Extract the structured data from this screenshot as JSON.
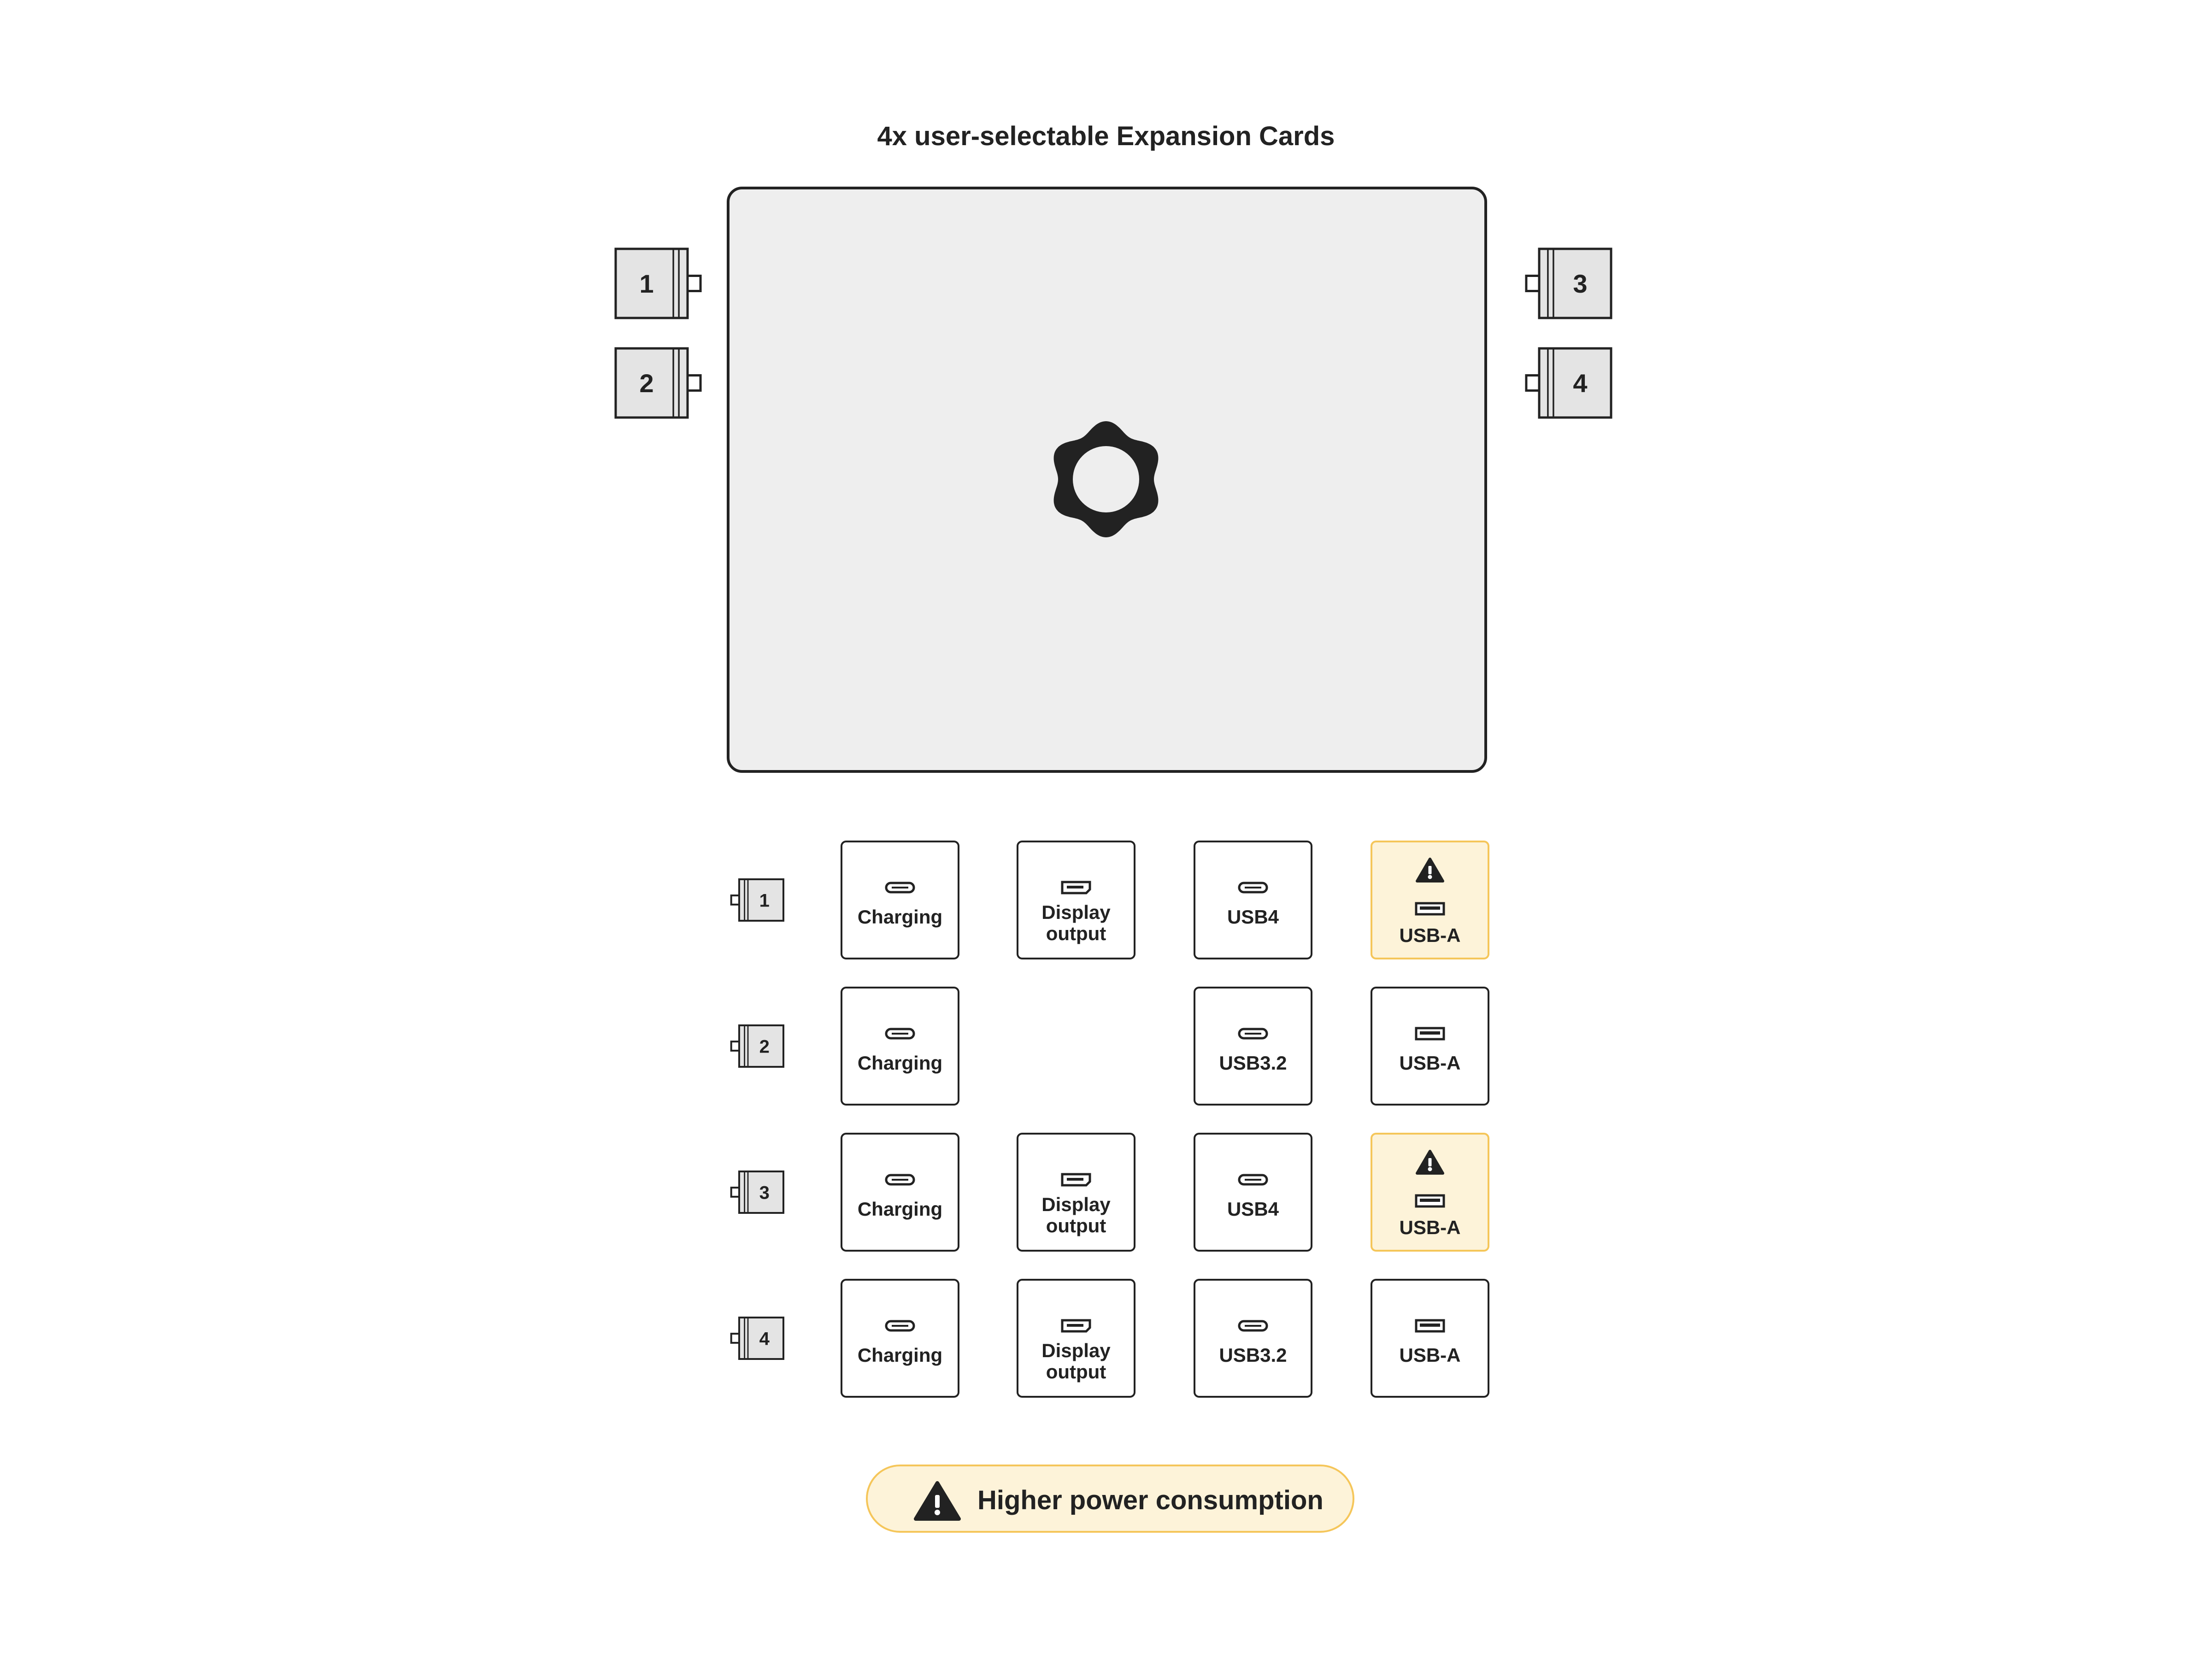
{
  "title": "4x user-selectable Expansion Cards",
  "colors": {
    "outline": "#222222",
    "laptop_fill": "#eeeeee",
    "slot_fill": "#e4e4e4",
    "card_fill": "#ffffff",
    "highlight_fill": "#fdf3d9",
    "highlight_border": "#f5c65a"
  },
  "laptop": {
    "logo": "framework-gear-icon"
  },
  "slots_left": [
    {
      "label": "1"
    },
    {
      "label": "2"
    }
  ],
  "slots_right": [
    {
      "label": "3"
    },
    {
      "label": "4"
    }
  ],
  "rows": [
    {
      "slot": "1",
      "cards": [
        {
          "icon": "usb-c-icon",
          "label": "Charging"
        },
        {
          "icon": "displayport-icon",
          "label": "Display output"
        },
        {
          "icon": "usb-c-icon",
          "label": "USB4"
        },
        {
          "icon": "usb-a-icon",
          "label": "USB-A",
          "warning": true
        }
      ]
    },
    {
      "slot": "2",
      "cards": [
        {
          "icon": "usb-c-icon",
          "label": "Charging"
        },
        null,
        {
          "icon": "usb-c-icon",
          "label": "USB3.2"
        },
        {
          "icon": "usb-a-icon",
          "label": "USB-A"
        }
      ]
    },
    {
      "slot": "3",
      "cards": [
        {
          "icon": "usb-c-icon",
          "label": "Charging"
        },
        {
          "icon": "displayport-icon",
          "label": "Display output"
        },
        {
          "icon": "usb-c-icon",
          "label": "USB4"
        },
        {
          "icon": "usb-a-icon",
          "label": "USB-A",
          "warning": true
        }
      ]
    },
    {
      "slot": "4",
      "cards": [
        {
          "icon": "usb-c-icon",
          "label": "Charging"
        },
        {
          "icon": "displayport-icon",
          "label": "Display output"
        },
        {
          "icon": "usb-c-icon",
          "label": "USB3.2"
        },
        {
          "icon": "usb-a-icon",
          "label": "USB-A"
        }
      ]
    }
  ],
  "legend": {
    "icon": "warning-icon",
    "label": "Higher power consumption"
  }
}
